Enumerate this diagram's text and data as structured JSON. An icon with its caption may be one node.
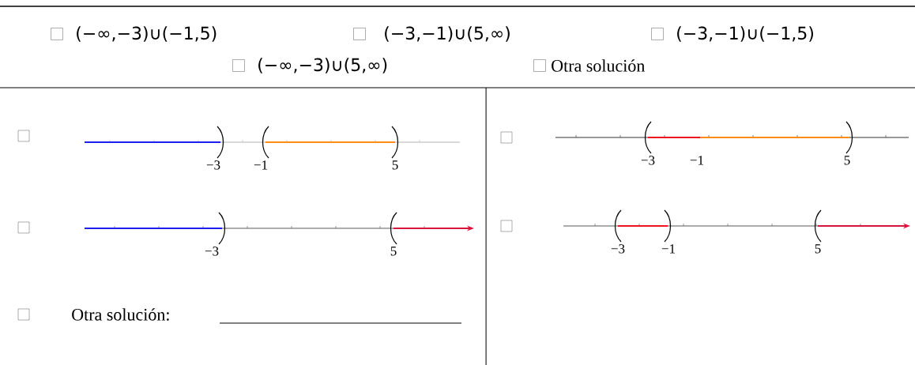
{
  "diagram": {
    "labels": [
      "(−∞,−3)∪(−1,5)",
      "(−3,−1)∪(5,∞)",
      "(−3,−1)∪(−1,5)",
      "(−∞,−3)∪(5,∞)",
      "Otra solución",
      "−3",
      "−1",
      "5",
      "−3",
      "−1",
      "5",
      "−3",
      "5",
      "−3",
      "−1",
      "5",
      "Otra solución:"
    ]
  }
}
